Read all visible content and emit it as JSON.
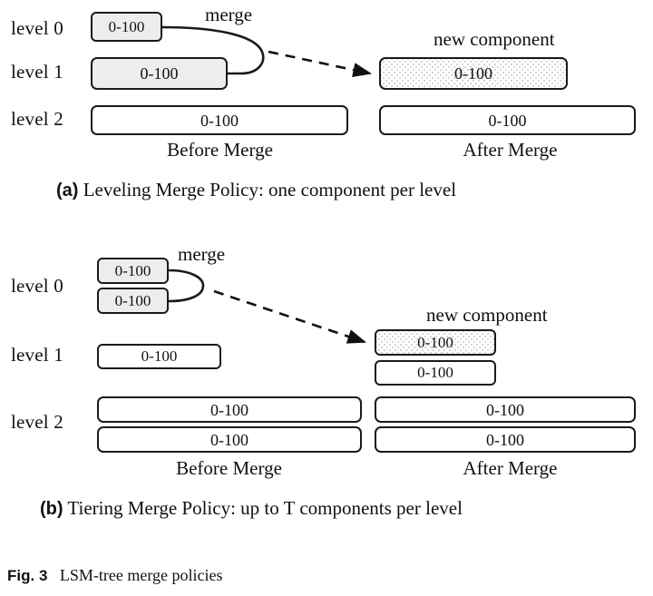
{
  "figure": {
    "number_label": "Fig. 3",
    "caption": "LSM-tree merge policies"
  },
  "panels": [
    {
      "id": "a",
      "tag": "(a)",
      "tag_bold": "(a)",
      "caption": "Leveling Merge Policy: one component per level",
      "merge_label": "merge",
      "new_component_label": "new component",
      "before_label": "Before Merge",
      "after_label": "After Merge",
      "levels": [
        {
          "label": "level 0"
        },
        {
          "label": "level 1"
        },
        {
          "label": "level 2"
        }
      ],
      "before_components": [
        {
          "level": 0,
          "value": "0-100",
          "fill": "gray"
        },
        {
          "level": 1,
          "value": "0-100",
          "fill": "gray"
        },
        {
          "level": 2,
          "value": "0-100",
          "fill": "white"
        }
      ],
      "after_components": [
        {
          "level": 1,
          "value": "0-100",
          "fill": "dotted"
        },
        {
          "level": 2,
          "value": "0-100",
          "fill": "white"
        }
      ]
    },
    {
      "id": "b",
      "tag": "(b)",
      "tag_bold": "(b)",
      "caption": "Tiering Merge Policy: up to T components per level",
      "merge_label": "merge",
      "new_component_label": "new component",
      "before_label": "Before Merge",
      "after_label": "After Merge",
      "levels": [
        {
          "label": "level 0"
        },
        {
          "label": "level 1"
        },
        {
          "label": "level 2"
        }
      ],
      "before_components": [
        {
          "level": 0,
          "value": "0-100",
          "fill": "gray"
        },
        {
          "level": 0,
          "value": "0-100",
          "fill": "gray"
        },
        {
          "level": 1,
          "value": "0-100",
          "fill": "white"
        },
        {
          "level": 2,
          "value": "0-100",
          "fill": "white"
        },
        {
          "level": 2,
          "value": "0-100",
          "fill": "white"
        }
      ],
      "after_components": [
        {
          "level": 1,
          "value": "0-100",
          "fill": "dotted"
        },
        {
          "level": 1,
          "value": "0-100",
          "fill": "white"
        },
        {
          "level": 2,
          "value": "0-100",
          "fill": "white"
        },
        {
          "level": 2,
          "value": "0-100",
          "fill": "white"
        }
      ]
    }
  ],
  "colors": {
    "stroke": "#1a1a1a",
    "gray_fill": "#ededed",
    "dot_fill": "#c9c9c9",
    "text": "#111111",
    "background": "#ffffff"
  }
}
